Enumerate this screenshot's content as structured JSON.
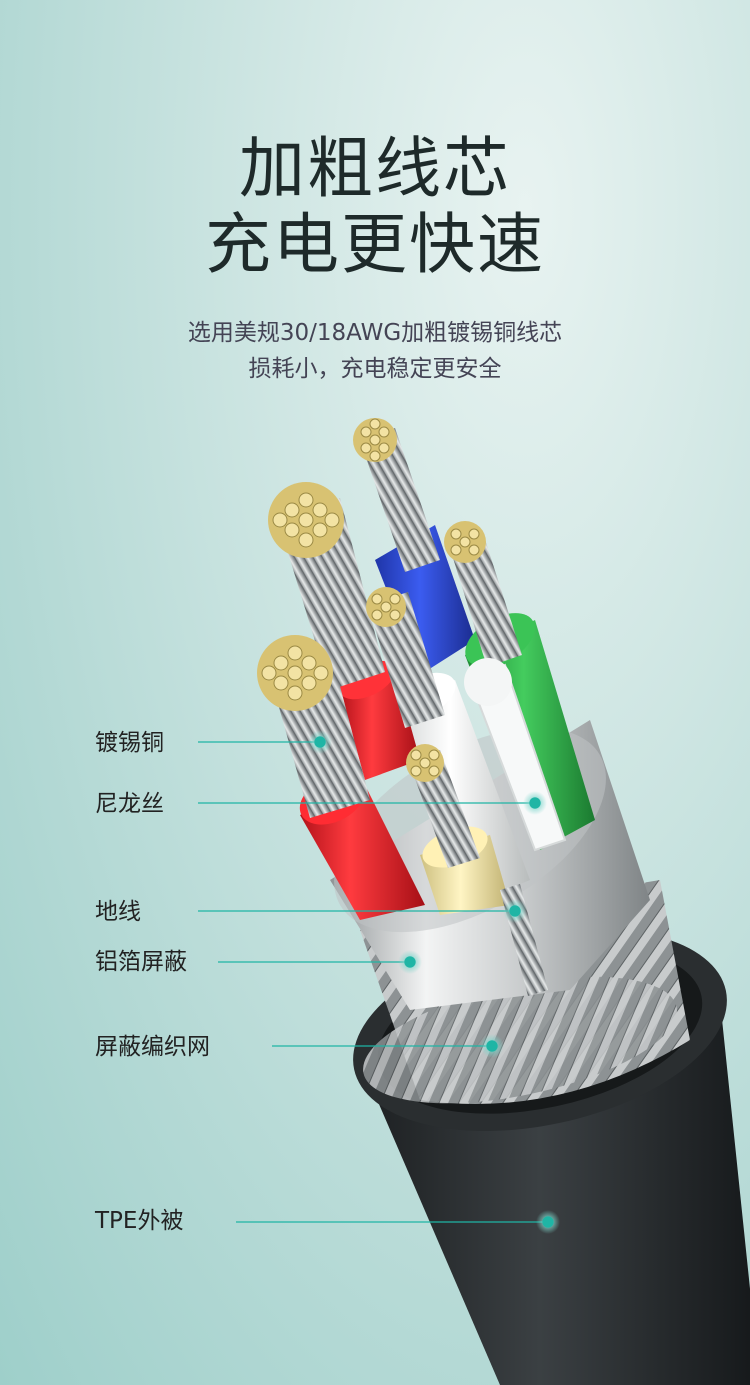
{
  "hero": {
    "title_line1": "加粗线芯",
    "title_line2": "充电更快速",
    "subtitle_line1": "选用美规30/18AWG加粗镀锡铜线芯",
    "subtitle_line2": "损耗小，充电稳定更安全"
  },
  "labels": [
    {
      "id": "tinned-copper",
      "text": "镀锡铜"
    },
    {
      "id": "nylon",
      "text": "尼龙丝"
    },
    {
      "id": "ground",
      "text": "地线"
    },
    {
      "id": "foil-shield",
      "text": "铝箔屏蔽"
    },
    {
      "id": "braid-shield",
      "text": "屏蔽编织网"
    },
    {
      "id": "tpe-jacket",
      "text": "TPE外被"
    }
  ],
  "colors": {
    "accent": "#1fb5a5",
    "jacket": "#2b2f31",
    "red": "#e0202a",
    "blue": "#2a48d8",
    "green": "#2fae47",
    "white": "#f0f2f2",
    "yellow": "#f2e6a6",
    "copper_tin": "#e6cc7a"
  }
}
